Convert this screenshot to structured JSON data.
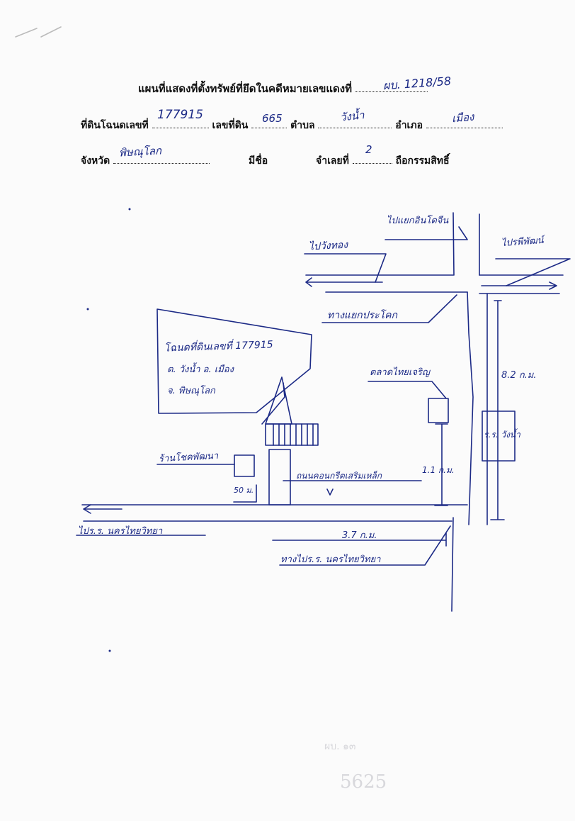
{
  "form": {
    "title": "แผนที่แสดงที่ตั้งทรัพย์ที่ยึดในคดีหมายเลขแดงที่",
    "title_value": "ผบ. 1218/58",
    "deed_label": "ที่ดินโฉนดเลขที่",
    "deed_value": "177915",
    "land_no_label": "เลขที่ดิน",
    "land_no_value": "665",
    "subdistrict_label": "ตำบล",
    "subdistrict_value": "วังน้ำ",
    "district_label": "อำเภอ",
    "district_value": "เมือง",
    "province_label": "จังหวัด",
    "province_value": "พิษณุโลก",
    "name_label": "มีชื่อ",
    "debtor_label": "จำเลยที่",
    "debtor_value": "2",
    "owner_label": "ถือกรรมสิทธิ์"
  },
  "map": {
    "to_wangthong": "ไปวังทอง",
    "to_bus_terminal": "ไปแยกอินโดจีน",
    "to_right": "ไปรพีพัฒน์",
    "junction": "ทางแยกประโคก",
    "parcel_line1": "โฉนดที่ดินเลขที่ 177915",
    "parcel_line2": "ต. วังน้ำ  อ. เมือง",
    "parcel_line3": "จ. พิษณุโลก",
    "market": "ตลาดไทยเจริญ",
    "distance_left": "8.2 ก.ม.",
    "school_right": "ร.ร. วังน้ำ",
    "shop": "ร้านโชคพัฒนา",
    "width_50": "50 ม.",
    "pavement": "ถนนคอนกรีตเสริมเหล็ก",
    "distance_mid": "1.1 ก.ม.",
    "to_school_left": "ไปร.ร. นครไทยวิทยา",
    "distance_bottom": "3.7 ก.ม.",
    "to_school_bottom": "ทางไปร.ร. นครไทยวิทยา"
  },
  "ghost": {
    "line1": "ผบ. ๑๓",
    "line2": "5625"
  },
  "colors": {
    "ink": "#1c2a86",
    "print": "#111111",
    "paper": "#fbfbfb"
  }
}
